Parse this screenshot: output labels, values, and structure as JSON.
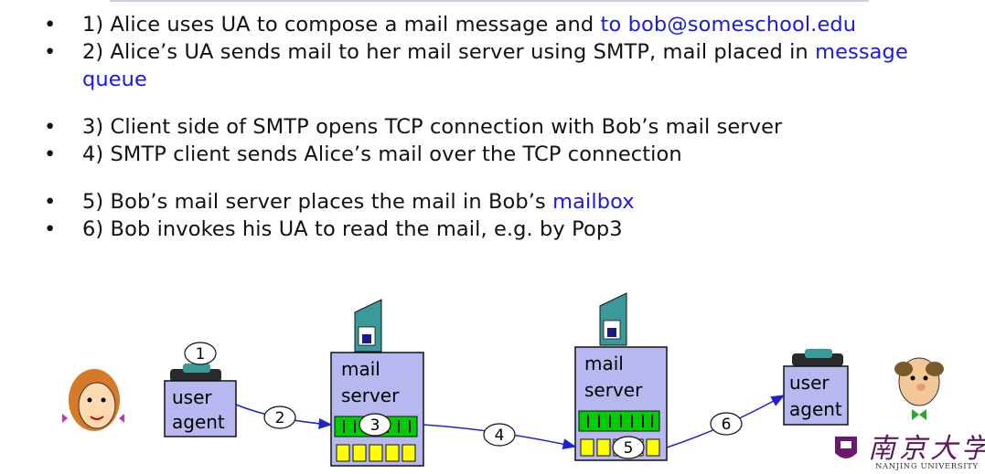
{
  "steps": [
    {
      "pre": "1) Alice uses UA to compose a mail message and ",
      "hl": "to bob@someschool.edu",
      "post": ""
    },
    {
      "pre": "2) Alice’s UA sends mail to her mail server using SMTP, mail placed in ",
      "hl": "message queue",
      "post": ""
    },
    {
      "pre": "3) Client side of SMTP opens TCP connection with Bob’s mail server",
      "hl": "",
      "post": ""
    },
    {
      "pre": "4) SMTP client sends Alice’s mail over the TCP connection",
      "hl": "",
      "post": ""
    },
    {
      "pre": "5) Bob’s mail server places the mail in Bob’s ",
      "hl": "mailbox",
      "post": ""
    },
    {
      "pre": "6) Bob invokes his UA to read the mail, e.g. by Pop3",
      "hl": "",
      "post": ""
    }
  ],
  "diagram": {
    "alice_ua": {
      "line1": "user",
      "line2": "agent"
    },
    "server_a": {
      "line1": "mail",
      "line2": "server"
    },
    "server_b": {
      "line1": "mail",
      "line2": "server"
    },
    "bob_ua": {
      "line1": "user",
      "line2": "agent"
    },
    "markers": [
      "1",
      "2",
      "3",
      "4",
      "5",
      "6"
    ]
  },
  "logo": {
    "chinese": "南京大学",
    "english": "NANJING UNIVERSITY"
  },
  "colors": {
    "highlight": "#1a1ae6",
    "box_fill": "#b8b8f0",
    "queue_green": "#00cc00",
    "mailbox_yellow": "#ffff00",
    "tower": "#3a9a9a",
    "arrow": "#2222cc"
  }
}
